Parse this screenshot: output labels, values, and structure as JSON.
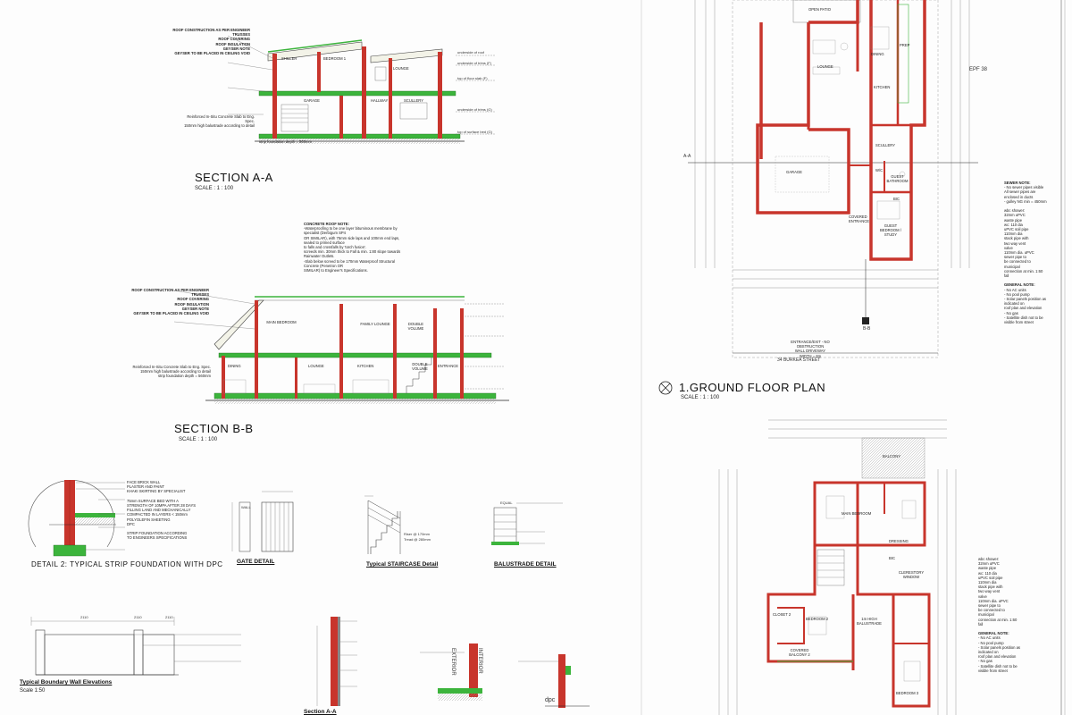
{
  "section_aa": {
    "title": "SECTION A-A",
    "scale": "SCALE : 1 : 100",
    "notes": [
      "ROOF CONSTRUCTION AS PER ENGINEER",
      "TRUSSES",
      "ROOF COVERING",
      "ROOF INSULATION",
      "GEYSER NOTE",
      "GEYSER TO BE PLACED IN CEILING VOID",
      "Reinforced In-Situ Concrete Slab to Eng. Spec.",
      "150mm high balustrade according to detail",
      "strip foundation depth = 560mm"
    ],
    "rooms": [
      "SHILLER",
      "BEDROOM 1",
      "LOUNGE",
      "GARAGE",
      "HALLWAY",
      "SCULLERY"
    ],
    "levels": [
      "underside of roof",
      "underside of trims (F)",
      "top of floor slab (F)",
      "underside of trims (G)",
      "top of surface bed (G)"
    ]
  },
  "roof_note": {
    "title": "CONCRETE ROOF NOTE:",
    "lines": [
      "-Waterproofing to be one layer bituminous membrane by",
      "specialist (Derbigum SP4",
      "OR SIMILAR), with 75mm side laps and 100mm end laps,",
      "sealed to primed surface",
      "to falls and crossfalls by 'torch fusion'.",
      "screeds min. 30mm thick to Fall & min. 1:80 slope towards",
      "Rainwater Outlets.",
      "-Slab below screed to be 170mm Waterproof Structural",
      "Concrete (Penetron OR",
      "SIMILAR) to Engineer's Specifications."
    ]
  },
  "section_bb": {
    "title": "SECTION B-B",
    "scale": "SCALE : 1 : 100",
    "rooms": [
      "MAIN BEDROOM",
      "FAMILY LOUNGE",
      "DOUBLE VOLUME",
      "DINING",
      "LOUNGE",
      "KITCHEN",
      "DOUBLE VOLUME",
      "ENTRANCE"
    ]
  },
  "detail2": {
    "title": "DETAIL 2: TYPICAL STRIP FOUNDATION WITH DPC",
    "notes": [
      "FACE BRICK WALL",
      "PLASTER AND PAINT",
      "KHAKI SKIRTING BY SPECIALIST",
      "75mm SURFACE BED WITH A",
      "STRENGTH OF 10MPA AFTER 28 DAYS",
      "FILLING LAND AND MECHANICALLY",
      "COMPACTED IN LAYERS < 150mm",
      "POLYOLEFIN SHEETING",
      "DPC",
      "STRIP FOUNDATION ACCORDING",
      "TO ENGINEERS SPECIFICATIONS"
    ]
  },
  "gate_detail": {
    "title": "GATE DETAIL",
    "label": "WALL"
  },
  "staircase_detail": {
    "title": "Typical STAIRCASE Detail",
    "riser": "Riser @ 170mm",
    "tread": "Tread @ 280mm"
  },
  "balustrade_detail": {
    "title": "BALUSTRADE DETAIL",
    "label": "EQUAL"
  },
  "boundary_wall": {
    "title": "Typical Boundary Wall Elevations",
    "scale": "Scale 1:50",
    "dims": [
      "2110",
      "2110",
      "2110"
    ]
  },
  "section_a": {
    "title": "Section A-A",
    "labels": [
      "EXTERIOR",
      "INTERIOR",
      "dpc"
    ]
  },
  "ground_floor": {
    "title": "1.GROUND FLOOR PLAN",
    "scale": "SCALE : 1 : 100",
    "street": "34 BURKEA STREET",
    "entrance": [
      "ENTRANCE/EXIT - NO",
      "OBSTRUCTION",
      "WALL DRIVEWAY",
      "WIDTH = 6m"
    ],
    "rooms": [
      "OPEN PATIO",
      "LOUNGE",
      "DINING",
      "KITCHEN",
      "PREP",
      "GARAGE",
      "GUEST BATHROOM",
      "GUEST BEDROOM / STUDY",
      "W/C",
      "BIC",
      "COVERED ENTRANCE",
      "SCULLERY"
    ],
    "markers": [
      "A-A",
      "B-B",
      "EPF 38"
    ]
  },
  "first_floor": {
    "rooms": [
      "MAIN BEDROOM",
      "DRESSING",
      "BEDROOM 2",
      "BEDROOM 3",
      "BIC",
      "1m HIGH BALUSTRADE",
      "CLERESTORY WINDOW",
      "COVERED BALCONY 2",
      "CLOSET 2",
      "BALCONY"
    ]
  },
  "sewer_note": {
    "title": "SEWER NOTE:",
    "lines": [
      "- No sewer pipes visible",
      "All sewer pipes are",
      "enclosed in ducts",
      "- gulley NG min = 450mm",
      "",
      "wbc shower:",
      "32mm uPVC",
      "waste pipe",
      "wc: 110 dia",
      "uPVC soil pipe",
      "110mm dia",
      "stack pipe with",
      "two way vent",
      "valve",
      "110mm dia. uPVC",
      "sewer pipe to",
      "be connected to",
      "municipal",
      "connection at min. 1:60",
      "fall",
      "",
      "GENERAL NOTE:",
      "- No AC units",
      "- No pool pump",
      "- Solar panels position as",
      "indicated on",
      "roof plan and elevation",
      "- No gas",
      "- Satellite dish not to be",
      "visible from street"
    ]
  },
  "sewer_note_2": {
    "lines": [
      "wbc shower:",
      "32mm uPVC",
      "waste pipe",
      "wc: 110 dia",
      "uPVC soil pipe",
      "110mm dia",
      "stack pipe with",
      "two way vent",
      "valve",
      "110mm dia. uPVC",
      "sewer pipe to",
      "be connected to",
      "municipal",
      "connection at min. 1:60",
      "fall",
      "",
      "GENERAL NOTE:",
      "- No AC units",
      "- No pool pump",
      "- Solar panels position as",
      "indicated on",
      "roof plan and elevation",
      "- No gas",
      "- Satellite dish not to be",
      "visible from street"
    ]
  },
  "colors": {
    "wall": "#c8352c",
    "slab": "#3cb43c",
    "line": "#222222",
    "dim": "#555555"
  }
}
